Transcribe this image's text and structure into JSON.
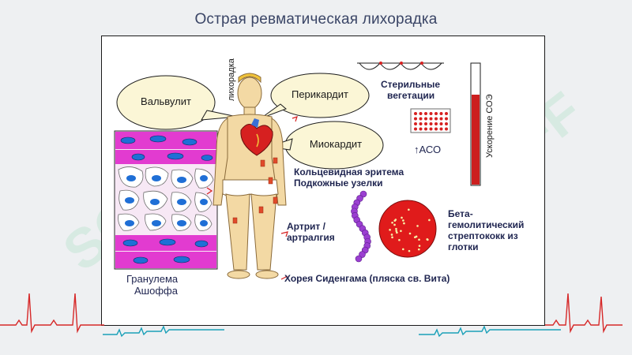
{
  "title": "Острая ревматическая лихорадка",
  "labels": {
    "valvulitis": "Вальвулит",
    "pericarditis": "Перикардит",
    "myocarditis": "Миокардит",
    "fever": "лихорадка",
    "sterile_veg_1": "Стерильные",
    "sterile_veg_2": "вегетации",
    "aso": "↑АСО",
    "esr": "Ускорение СОЭ",
    "erythema": "Кольцевидная эритема",
    "nodules": "Подкожные узелки",
    "arthritis_1": "Артрит /",
    "arthritis_2": "артралгия",
    "strep_1": "Бета-",
    "strep_2": "гемолитический",
    "strep_3": "стрептококк из",
    "strep_4": "глотки",
    "granuloma_1": "Гранулема",
    "granuloma_2": "Ашоффа",
    "chorea": "Хорея Сиденгама (пляска св. Вита)"
  },
  "colors": {
    "frame_bg": "#ffffff",
    "label_text": "#1f2550",
    "tissue_pink": "#e23bd0",
    "tissue_blue": "#1f6fd6",
    "strep_red": "#e01b1b",
    "chain_purple": "#9b3fd1",
    "ecg_red": "#d62828",
    "ecg_teal": "#1aa0b8"
  },
  "watermark": "SOFF"
}
